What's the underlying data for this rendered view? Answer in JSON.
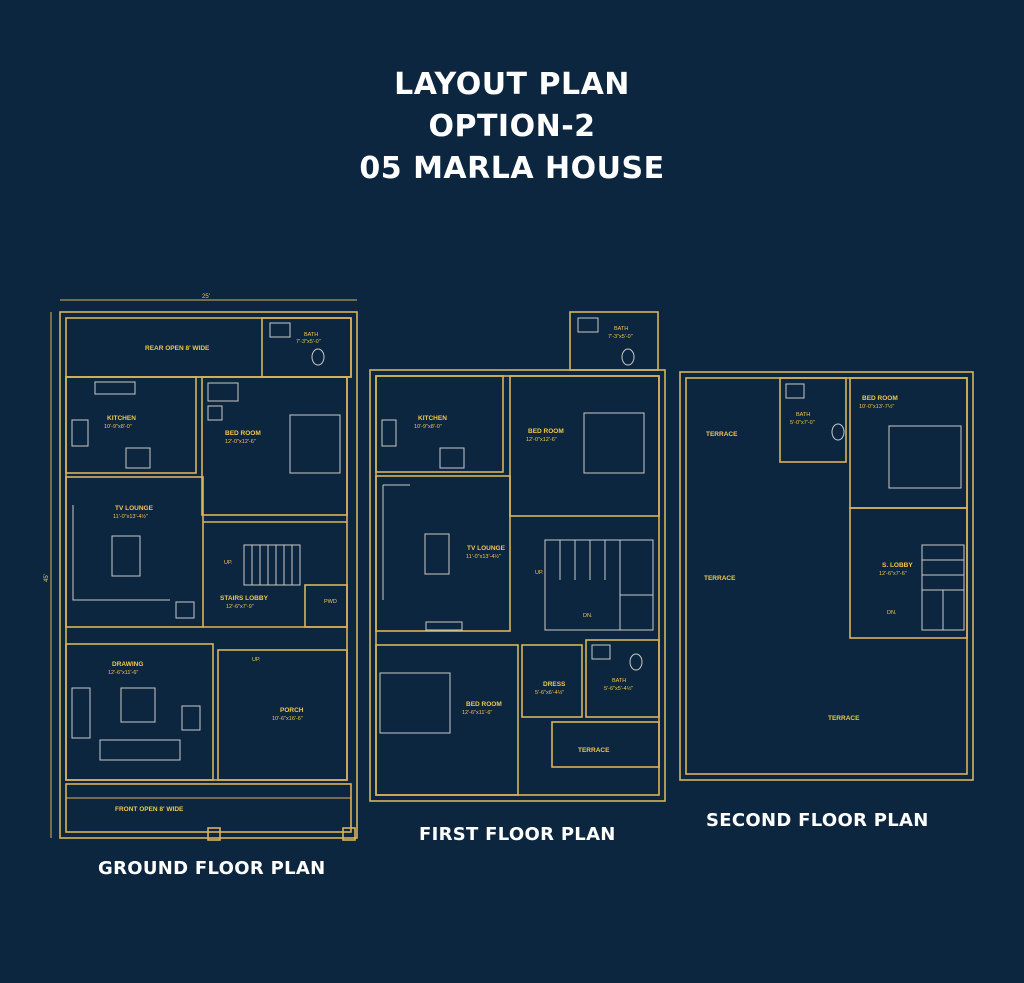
{
  "title": {
    "line1": "LAYOUT PLAN",
    "line2": "OPTION-2",
    "line3": "05 MARLA HOUSE"
  },
  "colors": {
    "background": "#0d2640",
    "walls": "#d9b35a",
    "labels": "#f0c84a",
    "text": "#ffffff"
  },
  "ground_floor": {
    "caption": "GROUND FLOOR PLAN",
    "width_dim": "25'",
    "depth_dim": "45'",
    "rear_open": "REAR OPEN 8' WIDE",
    "bath": {
      "name": "BATH",
      "size": "7'-3\"x5'-0\""
    },
    "kitchen": {
      "name": "KITCHEN",
      "size": "10'-9\"x8'-0\""
    },
    "bedroom": {
      "name": "BED ROOM",
      "size": "12'-0\"x12'-6\""
    },
    "tv_lounge": {
      "name": "TV LOUNGE",
      "size": "11'-0\"x13'-4½\""
    },
    "stairs_lobby": {
      "name": "STAIRS LOBBY",
      "size": "12'-6\"x7'-9\""
    },
    "up": "UP.",
    "pwd": "PWD",
    "drawing": {
      "name": "DRAWING",
      "size": "12'-6\"x11'-6\""
    },
    "porch": {
      "name": "PORCH",
      "size": "10'-6\"x16'-6\""
    },
    "porch_up": "UP.",
    "front_open": "FRONT OPEN 8' WIDE"
  },
  "first_floor": {
    "caption": "FIRST FLOOR PLAN",
    "bath_top": {
      "name": "BATH",
      "size": "7'-3\"x5'-0\""
    },
    "kitchen": {
      "name": "KITCHEN",
      "size": "10'-9\"x8'-0\""
    },
    "bedroom_top": {
      "name": "BED ROOM",
      "size": "12'-0\"x12'-6\""
    },
    "tv_lounge": {
      "name": "TV LOUNGE",
      "size": "11'-0\"x13'-4½\""
    },
    "up": "UP.",
    "dn": "DN.",
    "bedroom_bottom": {
      "name": "BED ROOM",
      "size": "12'-6\"x11'-6\""
    },
    "dress": {
      "name": "DRESS",
      "size": "5'-6\"x6'-4½\""
    },
    "bath_bottom": {
      "name": "BATH",
      "size": "5'-6\"x5'-4½\""
    },
    "terrace": "TERRACE"
  },
  "second_floor": {
    "caption": "SECOND FLOOR PLAN",
    "terrace_1": "TERRACE",
    "terrace_2": "TERRACE",
    "terrace_3": "TERRACE",
    "bath": {
      "name": "BATH",
      "size": "5'-0\"x7'-0\""
    },
    "bedroom": {
      "name": "BED ROOM",
      "size": "10'-0\"x13'-7½\""
    },
    "s_lobby": {
      "name": "S. LOBBY",
      "size": "12'-6\"x7'-6\""
    },
    "dn": "DN."
  }
}
